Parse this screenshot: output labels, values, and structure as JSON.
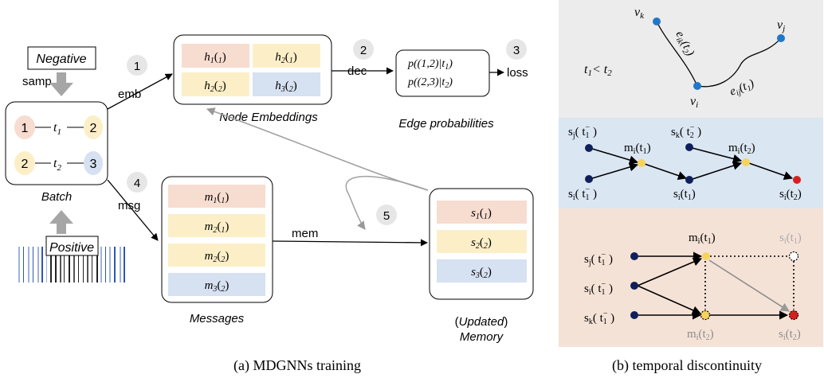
{
  "left": {
    "negative": "Negative",
    "positive": "Positive",
    "samp": "samp",
    "batch_label": "Batch",
    "batch_nodes": [
      "1",
      "2",
      "2",
      "3"
    ],
    "t1": "t",
    "t1_sub": "1",
    "t2": "t",
    "t2_sub": "2",
    "emb": "emb",
    "msg": "msg",
    "dec": "dec",
    "mem": "mem",
    "loss": "loss",
    "steps": [
      "1",
      "2",
      "3",
      "4",
      "5"
    ],
    "node_embeddings_label": "Node Embeddings",
    "edge_prob_label": "Edge probabilities",
    "messages_label": "Messages",
    "memory_label_open": "(",
    "memory_label_word": "Updated",
    "memory_label_close": ")",
    "memory_label_2": "Memory",
    "embeddings": [
      {
        "f": "h",
        "i": "1",
        "t": "1",
        "color": "#f7dcd0"
      },
      {
        "f": "h",
        "i": "2",
        "t": "1",
        "color": "#fcefc8"
      },
      {
        "f": "h",
        "i": "2",
        "t": "2",
        "color": "#fcefc8"
      },
      {
        "f": "h",
        "i": "3",
        "t": "2",
        "color": "#d6e1f1"
      }
    ],
    "edge_probs": [
      "p((1,2)|t",
      "p((2,3)|t"
    ],
    "edge_prob_subs": [
      "1",
      "2"
    ],
    "messages": [
      {
        "f": "m",
        "i": "1",
        "t": "1",
        "color": "#f7dcd0"
      },
      {
        "f": "m",
        "i": "2",
        "t": "1",
        "color": "#fcefc8"
      },
      {
        "f": "m",
        "i": "2",
        "t": "2",
        "color": "#fcefc8"
      },
      {
        "f": "m",
        "i": "3",
        "t": "2",
        "color": "#d6e1f1"
      }
    ],
    "memory": [
      {
        "f": "s",
        "i": "1",
        "t": "1",
        "color": "#f7dcd0"
      },
      {
        "f": "s",
        "i": "2",
        "t": "2",
        "color": "#fcefc8"
      },
      {
        "f": "s",
        "i": "3",
        "t": "2",
        "color": "#d6e1f1"
      }
    ]
  },
  "right": {
    "panel1": {
      "vk": "v",
      "vk_sub": "k",
      "vj": "v",
      "vj_sub": "j",
      "vi": "v",
      "vi_sub": "i",
      "eik": "e",
      "eik_sub": "ik",
      "eik_arg": "(t",
      "eik_arg_sub": "2",
      "eik_close": ")",
      "eij": "e",
      "eij_sub": "ij",
      "eij_arg": "(t",
      "eij_arg_sub": "1",
      "eij_close": ")",
      "cmp": "t",
      "cmp_sub1": "1",
      "cmp_mid": "< t",
      "cmp_sub2": "2"
    },
    "panel2": {
      "sj": "s",
      "sj_sub": "j",
      "sj_arg": "( t",
      "sj_arg_sub": "1",
      "sj_sup": "−",
      "sj_close": " )",
      "si": "s",
      "si_sub": "i",
      "si_arg": "( t",
      "si_arg_sub": "1",
      "si_sup": "−",
      "si_close": " )",
      "mi1": "m",
      "mi1_sub": "i",
      "mi1_arg": "(t",
      "mi1_arg_sub": "1",
      "mi1_close": ")",
      "sk": "s",
      "sk_sub": "k",
      "sk_arg": "( t",
      "sk_arg_sub": "2",
      "sk_sup": "−",
      "sk_close": " )",
      "mi2": "m",
      "mi2_sub": "i",
      "mi2_arg": "(t",
      "mi2_arg_sub": "2",
      "mi2_close": ")",
      "sit1": "s",
      "sit1_sub": "i",
      "sit1_arg": "(t",
      "sit1_arg_sub": "1",
      "sit1_close": ")",
      "sit2": "s",
      "sit2_sub": "i",
      "sit2_arg": "(t",
      "sit2_arg_sub": "2",
      "sit2_close": ")"
    },
    "panel3": {
      "mi1": "m",
      "mi1_sub": "i",
      "mi1_arg": "(t",
      "mi1_arg_sub": "1",
      "mi1_close": ")",
      "si_t1_grey": "s",
      "si_t1_grey_sub": "i",
      "si_t1_grey_arg": "(t",
      "si_t1_grey_arg_sub": "1",
      "si_t1_grey_close": ")",
      "sj": "s",
      "sj_sub": "j",
      "sj_arg": "( t",
      "sj_arg_sub": "1",
      "sj_sup": "−",
      "sj_close": " )",
      "si": "s",
      "si_sub": "i",
      "si_arg": "( t",
      "si_arg_sub": "1",
      "si_sup": "−",
      "si_close": " )",
      "sk": "s",
      "sk_sub": "k",
      "sk_arg": "( t",
      "sk_arg_sub": "1",
      "sk_sup": "−",
      "sk_close": " )",
      "mi2": "m",
      "mi2_sub": "i",
      "mi2_arg": "(t",
      "mi2_arg_sub": "2",
      "mi2_close": ")",
      "sit2": "s",
      "sit2_sub": "i",
      "sit2_arg": "(t",
      "sit2_arg_sub": "2",
      "sit2_close": ")"
    }
  },
  "captions": {
    "a": "(a)  MDGNNs training",
    "b": "(b)  temporal discontinuity"
  }
}
